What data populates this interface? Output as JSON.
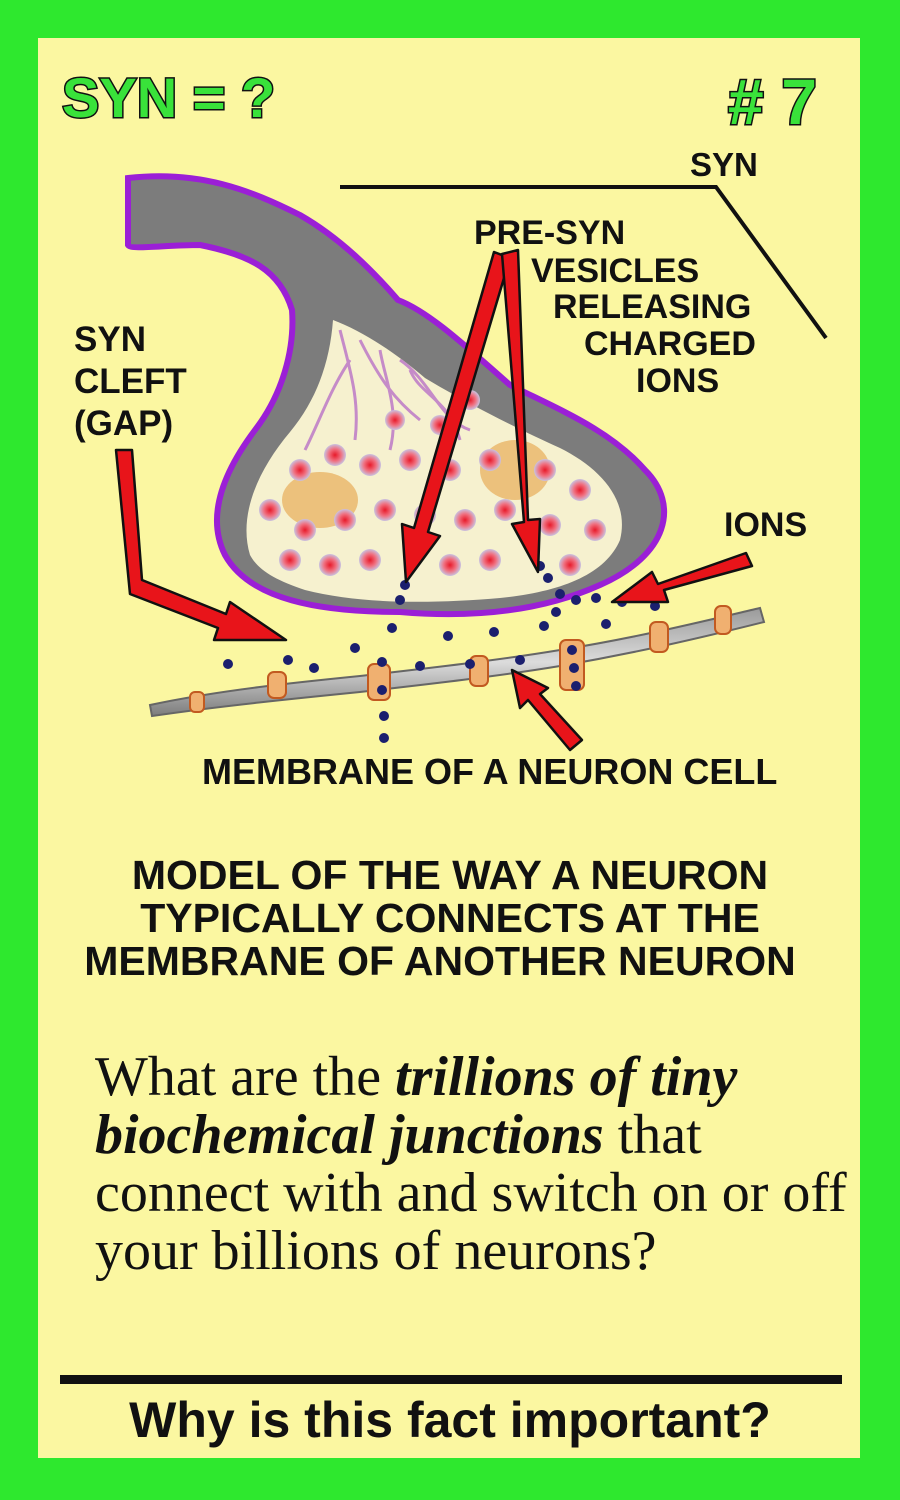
{
  "card": {
    "badge_left": "SYN = ?",
    "badge_right": "# 7"
  },
  "labels": {
    "syn": "SYN",
    "pre_syn": "PRE-SYN",
    "vesicles": [
      "VESICLES",
      "RELEASING",
      "CHARGED",
      "IONS"
    ],
    "cleft": [
      "SYN",
      "CLEFT",
      "(GAP)"
    ],
    "ions": "IONS",
    "membrane": "MEMBRANE OF A NEURON CELL"
  },
  "caption": [
    "MODEL OF THE WAY A NEURON",
    "TYPICALLY CONNECTS AT THE",
    "MEMBRANE OF ANOTHER NEURON"
  ],
  "question": {
    "part1": "What are the ",
    "emphasis": "trillions of tiny biochemical junctions",
    "part2": " that connect with and switch on or off your billions of neurons?"
  },
  "footer": "Why is this fact important?",
  "colors": {
    "border": "#2ee82e",
    "card": "#fbf7a1",
    "arrow": "#e8141a",
    "outline": "#9b1fd6"
  }
}
